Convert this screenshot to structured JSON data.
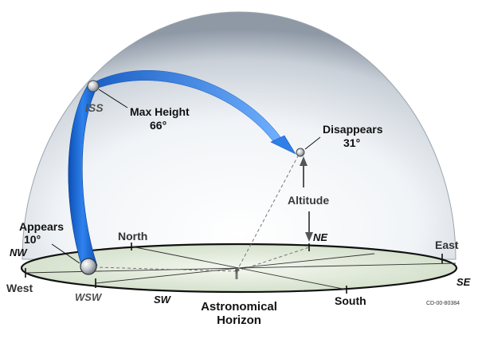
{
  "labels": {
    "iss": "ISS",
    "max_height": "Max Height",
    "max_height_deg": "66°",
    "disappears": "Disappears",
    "disappears_deg": "31°",
    "appears": "Appears",
    "appears_deg": "10°",
    "altitude": "Altitude",
    "horizon_line1": "Astronomical",
    "horizon_line2": "Horizon",
    "credit": "CD-00-80384"
  },
  "compass": {
    "north": "North",
    "east": "East",
    "west": "West",
    "south": "South",
    "nw": "NW",
    "ne": "NE",
    "se": "SE",
    "sw": "SW",
    "wsw": "WSW"
  },
  "colors": {
    "arc_blue": "#1f6fd9",
    "dome_edge": "#7e8a9a",
    "horizon_fill": "#e6eee0"
  }
}
